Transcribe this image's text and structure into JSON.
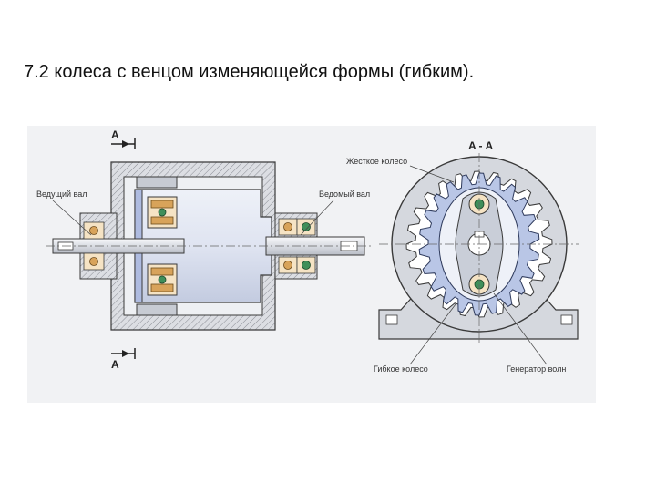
{
  "slide": {
    "title": "7.2  колеса с венцом изменяющейся формы (гибким)."
  },
  "diagram": {
    "section_mark_top": "A",
    "section_mark_bottom": "A",
    "section_title": "A - A",
    "labels": {
      "driving_shaft": "Ведущий вал",
      "driven_shaft": "Ведомый вал",
      "rigid_wheel": "Жесткое колесо",
      "flexible_wheel": "Гибкое колесо",
      "wave_generator": "Генератор волн"
    },
    "colors": {
      "housing_fill": "#dcdee3",
      "outline": "#3a3a3a",
      "flex_blue": "#b9c6e6",
      "bearing_orange": "#d8a35a",
      "bearing_green": "#3f8f5a",
      "shaft_fill": "#e6e8ec"
    }
  }
}
